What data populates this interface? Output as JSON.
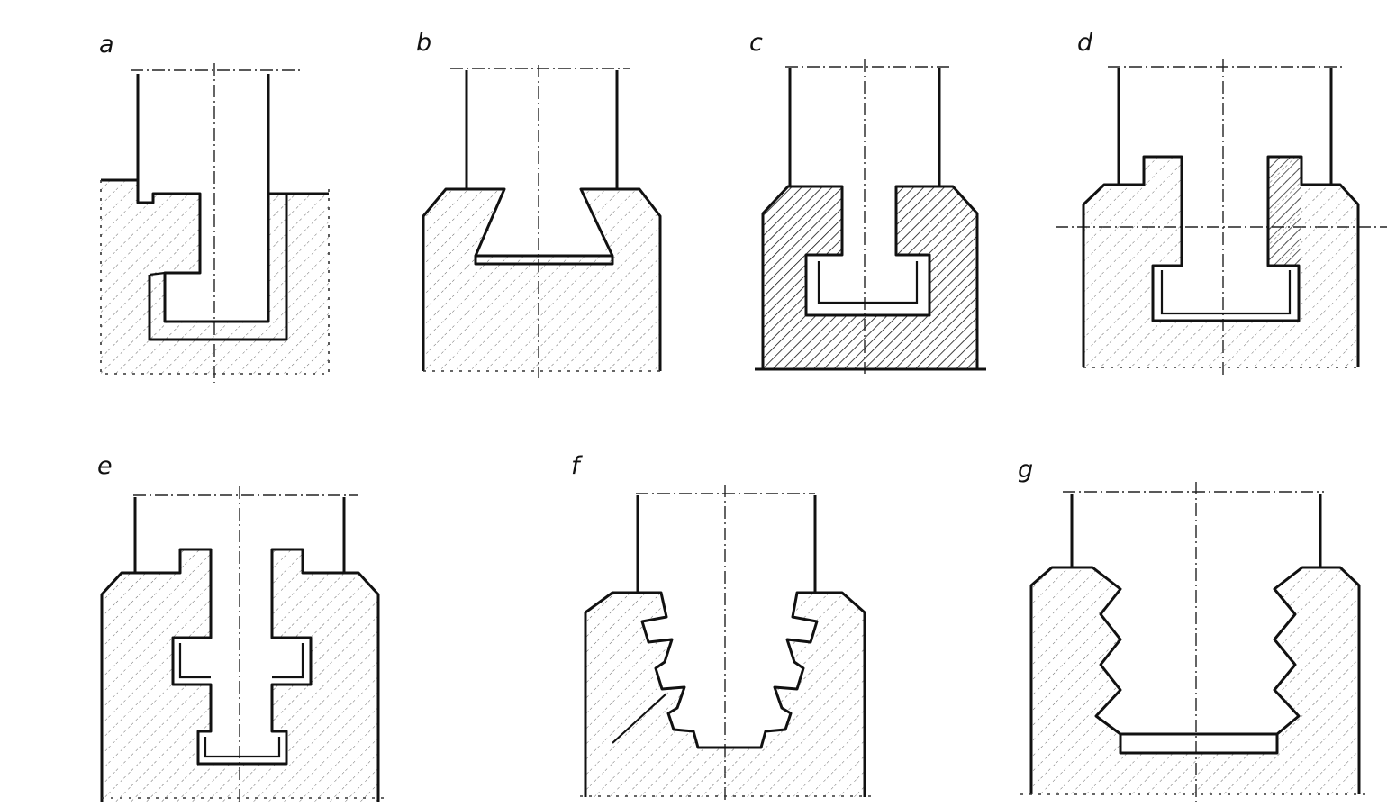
{
  "figure": {
    "labels": {
      "a": "a",
      "b": "b",
      "c": "c",
      "d": "d",
      "e": "e",
      "f": "f",
      "g": "g"
    }
  }
}
